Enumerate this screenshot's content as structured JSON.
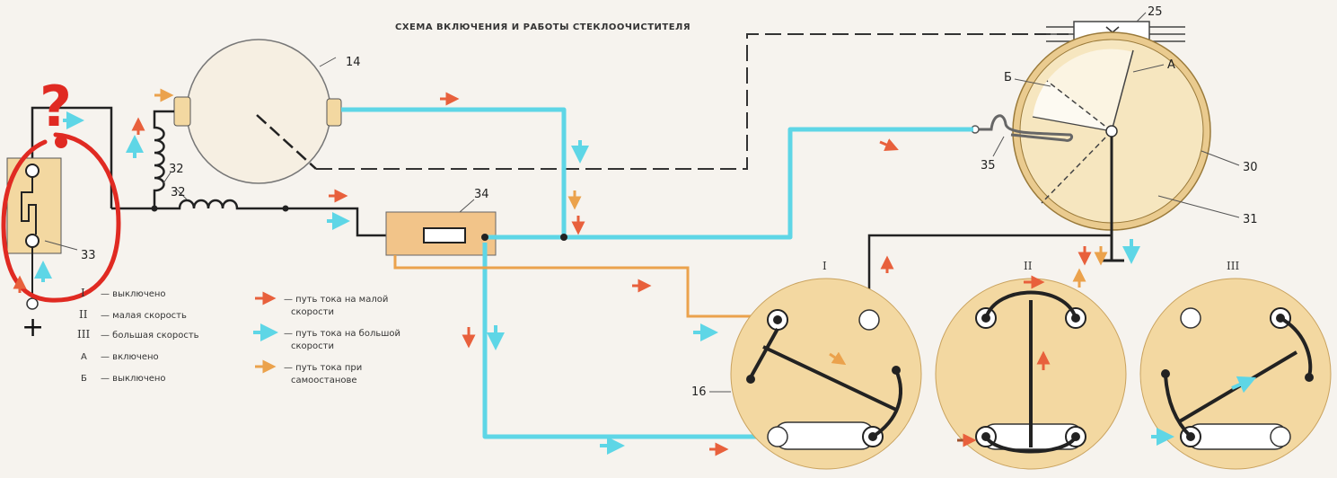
{
  "title": "СХЕМА ВКЛЮЧЕНИЯ И РАБОТЫ СТЕКЛООЧИСТИТЕЛЯ",
  "annotation": {
    "question_mark": "?",
    "plus_sign": "+"
  },
  "labels": {
    "n14": "14",
    "n25": "25",
    "n30": "30",
    "n31": "31",
    "n32a": "32",
    "n32b": "32",
    "n33": "33",
    "n34": "34",
    "n35": "35",
    "n16": "16",
    "A": "А",
    "B": "Б"
  },
  "positions": {
    "p1": "I",
    "p2": "II",
    "p3": "III"
  },
  "legend": {
    "states": [
      {
        "key": "I",
        "text": "— выключено"
      },
      {
        "key": "II",
        "text": "— малая скорость"
      },
      {
        "key": "III",
        "text": "— большая скорость"
      },
      {
        "key": "А",
        "text": "— включено"
      },
      {
        "key": "Б",
        "text": "— выключено"
      }
    ],
    "paths": [
      {
        "color": "#e8603c",
        "line1": "— путь тока на малой",
        "line2": "скорости"
      },
      {
        "color": "#5ed6e6",
        "line1": "— путь тока на большой",
        "line2": "скорости"
      },
      {
        "color": "#eba24c",
        "line1": "— путь тока при",
        "line2": "самоостанове"
      }
    ]
  },
  "colors": {
    "high_speed": "#5ed6e6",
    "low_speed": "#e8603c",
    "self_stop": "#eba24c",
    "disc": "#f3d8a1",
    "annotation_red": "#e02a22"
  }
}
